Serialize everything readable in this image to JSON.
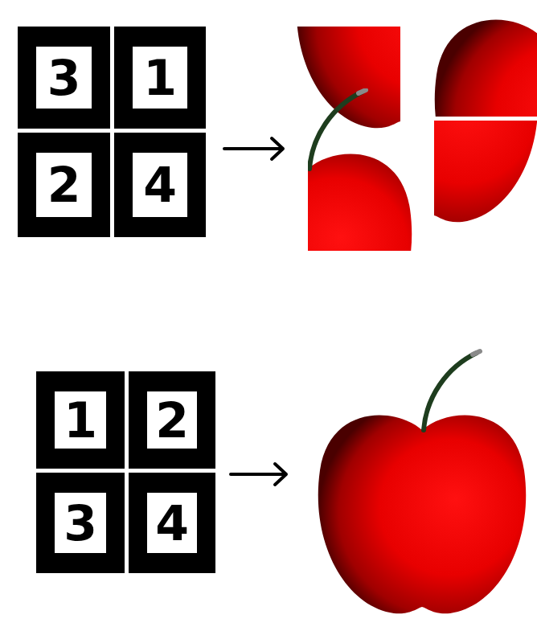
{
  "diagram": {
    "nodes": [
      {
        "text": [
          "3"
        ]
      },
      {
        "text": [
          "1"
        ]
      },
      {
        "text": [
          "2"
        ]
      },
      {
        "text": [
          "4"
        ]
      },
      {
        "text": [
          "1"
        ]
      },
      {
        "text": [
          "2"
        ]
      },
      {
        "text": [
          "3"
        ]
      },
      {
        "text": [
          "4"
        ]
      }
    ]
  }
}
